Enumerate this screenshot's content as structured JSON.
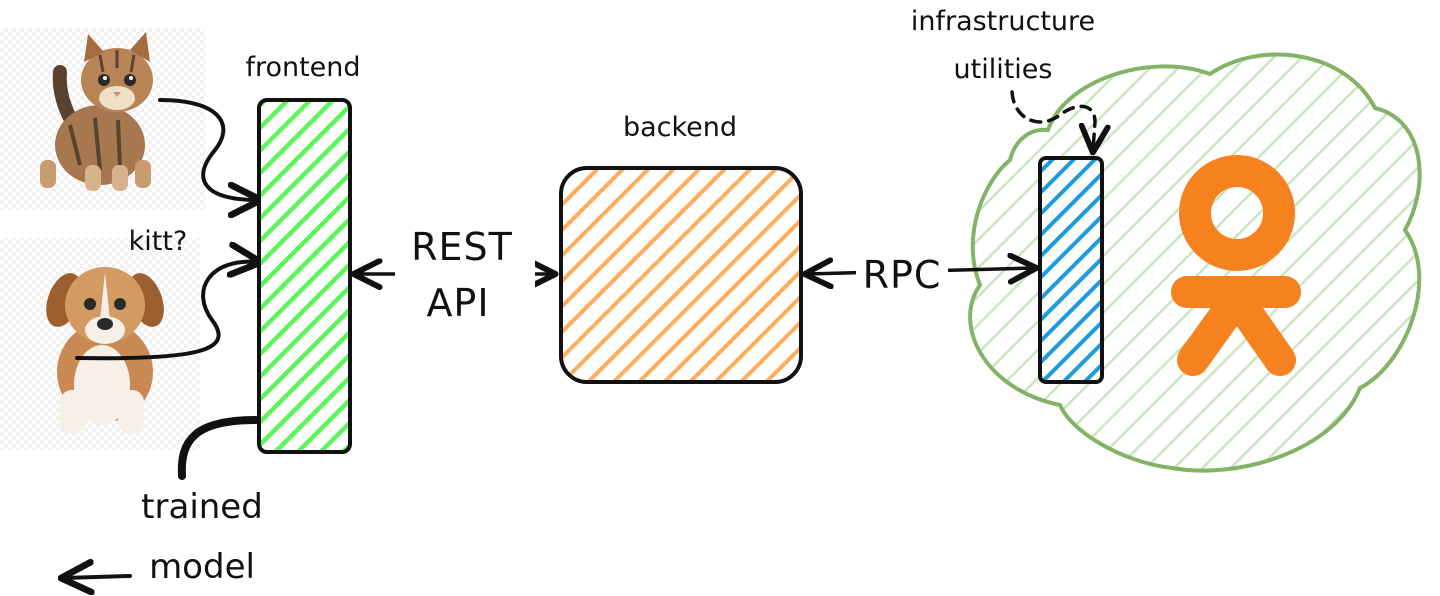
{
  "labels": {
    "frontend": "frontend",
    "backend": "backend",
    "infra_line1": "infrastructure",
    "infra_line2": "utilities",
    "kitt": "kitt?",
    "rest_line1": "REST",
    "rest_line2": "API",
    "rpc": "RPC",
    "trained_line1": "trained",
    "trained_line2": "model"
  },
  "colors": {
    "frontend_fill": "#5cf55c",
    "backend_fill": "#ffad5c",
    "infra_fill": "#1e9ae0",
    "cloud_fill": "#a8d8a0",
    "cloud_stroke": "#82b366",
    "logo": "#f5821f",
    "ink": "#111111"
  },
  "icons": {
    "kitten": "kitten-photo",
    "puppy": "puppy-photo",
    "logo": "odnoklassniki-logo"
  }
}
